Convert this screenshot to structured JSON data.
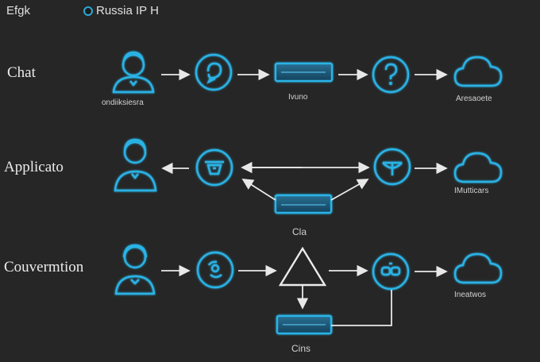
{
  "header": {
    "left_text": "Efgk",
    "right_text": "Russia IP H",
    "badge_icon": "circle-badge-icon"
  },
  "colors": {
    "background": "#262626",
    "accent": "#2ab3e6",
    "line": "#e8e8e8"
  },
  "rows": [
    {
      "label": "Chat",
      "person_caption": "ondiiksiesra",
      "box_caption": "Ivuno",
      "cloud_caption": "Aresaoete"
    },
    {
      "label": "Applicato",
      "box_caption": "Cla",
      "cloud_caption": "IMutticars"
    },
    {
      "label": "Couvermtion",
      "box_caption": "Cins",
      "cloud_caption": "Ineatwos"
    }
  ]
}
